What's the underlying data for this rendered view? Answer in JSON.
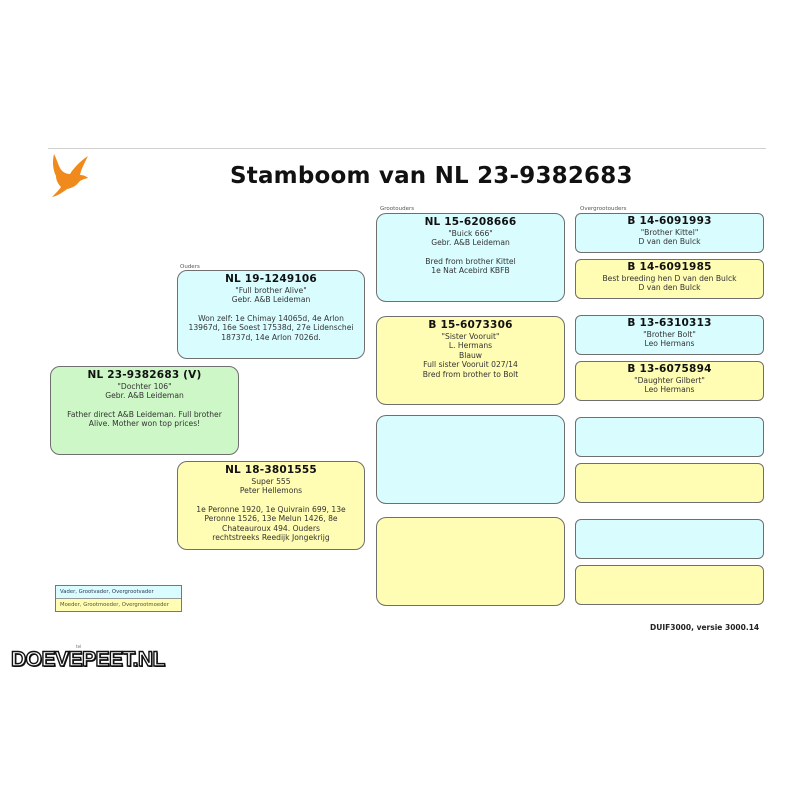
{
  "header": {
    "title": "Stamboom van NL 23-9382683"
  },
  "column_labels": {
    "parents": "Ouders",
    "grandparents": "Grootouders",
    "great_grandparents": "Overgrootouders"
  },
  "subject": {
    "ring": "NL 23-9382683 (V)",
    "name": "\"Dochter 106\"",
    "breeder": "Gebr. A&B Leideman",
    "notes": [
      "Father direct A&B Leideman. Full brother",
      "Alive. Mother won top prices!"
    ],
    "color": "#cdf7c6"
  },
  "parents": {
    "father": {
      "ring": "NL 19-1249106",
      "name": "\"Full brother Alive\"",
      "breeder": "Gebr. A&B Leideman",
      "notes": [
        "Won zelf: 1e Chimay 14065d, 4e Arlon",
        "13967d, 16e Soest 17538d, 27e Lidenschei",
        "18737d, 14e Arlon 7026d."
      ]
    },
    "mother": {
      "ring": "NL 18-3801555",
      "name": "Super 555",
      "breeder": "Peter Hellemons",
      "notes": [
        "1e Peronne 1920, 1e Quivrain 699, 13e",
        "Peronne 1526, 13e Melun 1426, 8e",
        "Chateauroux 494. Ouders",
        "rechtstreeks Reedijk Jongekrijg"
      ]
    }
  },
  "grandparents": [
    {
      "ring": "NL 15-6208666",
      "name": "\"Buick 666\"",
      "breeder": "Gebr. A&B Leideman",
      "notes": [
        "Bred from brother Kittel",
        "1e Nat Acebird KBFB"
      ]
    },
    {
      "ring": "B 15-6073306",
      "name": "\"Sister Vooruit\"",
      "breeder": "L. Hermans",
      "extra": [
        "Blauw",
        "Full sister Vooruit 027/14",
        "Bred from brother to Bolt"
      ]
    },
    {
      "ring": "",
      "name": "",
      "breeder": ""
    },
    {
      "ring": "",
      "name": "",
      "breeder": ""
    }
  ],
  "great_grandparents": [
    {
      "ring": "B 14-6091993",
      "name": "\"Brother Kittel\"",
      "breeder": "D van den Bulck"
    },
    {
      "ring": "B 14-6091985",
      "name": "Best breeding hen D van den Bulck",
      "breeder": "D van den Bulck"
    },
    {
      "ring": "B 13-6310313",
      "name": "\"Brother Bolt\"",
      "breeder": "Leo Hermans"
    },
    {
      "ring": "B 13-6075894",
      "name": "\"Daughter Gilbert\"",
      "breeder": "Leo Hermans"
    },
    {
      "ring": "",
      "name": "",
      "breeder": ""
    },
    {
      "ring": "",
      "name": "",
      "breeder": ""
    },
    {
      "ring": "",
      "name": "",
      "breeder": ""
    },
    {
      "ring": "",
      "name": "",
      "breeder": ""
    }
  ],
  "legend": {
    "male": "Vader, Grootvader, Overgrootvader",
    "female": "Moeder, Grootmoeder, Overgrootmoeder",
    "male_color": "#d9fdff",
    "female_color": "#fffcb3"
  },
  "footer": {
    "version": "DUIF3000, versie 3000.14"
  },
  "watermark": {
    "text": "DOEVEPEET.NL",
    "small": "tel"
  },
  "colors": {
    "logo": "#f08a1c",
    "male": "#d9fdff",
    "female": "#fffcb3",
    "subject": "#cdf7c6"
  }
}
